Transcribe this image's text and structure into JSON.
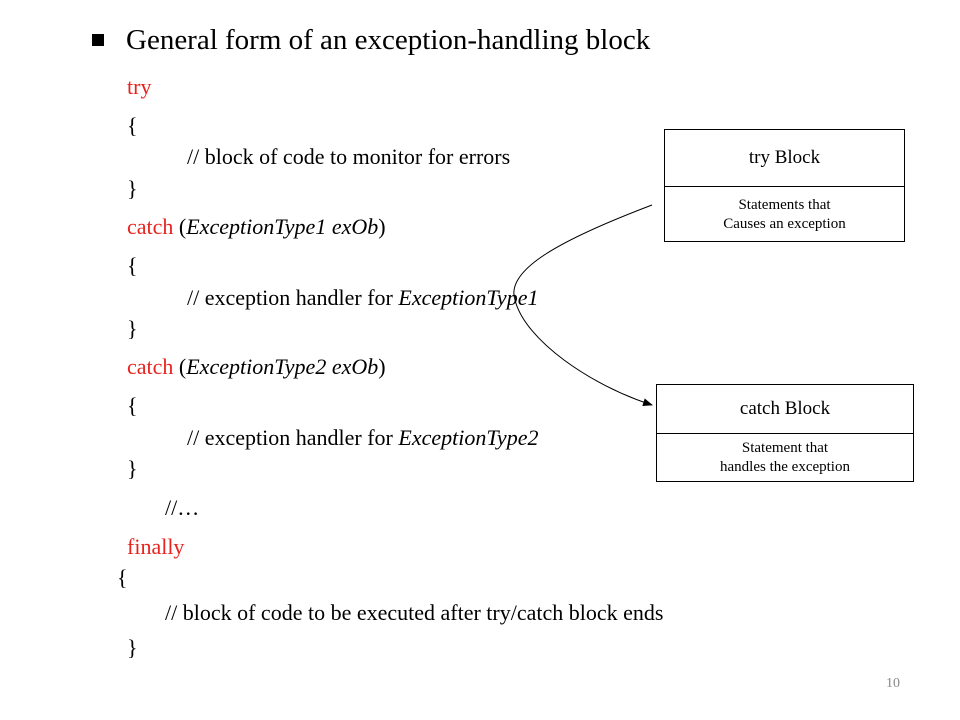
{
  "heading": "General form of an exception-handling block",
  "code": {
    "try_kw": "try",
    "brace_open_1": "{",
    "comment_1": "// block of code to monitor for errors",
    "brace_close_1": "}",
    "catch1_kw": "catch",
    "catch1_paren_open": " (",
    "catch1_type": "ExceptionType1 exOb",
    "catch1_paren_close": ")",
    "brace_open_2": "{",
    "comment_2_prefix": "// exception handler for ",
    "comment_2_type": "ExceptionType1",
    "brace_close_2": "}",
    "catch2_kw": "catch",
    "catch2_paren_open": " (",
    "catch2_type": "ExceptionType2 exOb",
    "catch2_paren_close": ")",
    "brace_open_3": "{",
    "comment_3_prefix": "// exception handler for ",
    "comment_3_type": "ExceptionType2",
    "brace_close_3": "}",
    "ellipsis": "//…",
    "finally_kw": "finally",
    "brace_open_4": "{",
    "comment_4": "// block of code to be executed after try/catch block ends",
    "brace_close_4": "}"
  },
  "diagram": {
    "try_box": {
      "title": "try  Block",
      "body_line1": "Statements that",
      "body_line2": "Causes an exception"
    },
    "catch_box": {
      "title": "catch Block",
      "body_line1": "Statement that",
      "body_line2": "handles the exception"
    }
  },
  "page_number": "10",
  "colors": {
    "keyword": "#e8231f",
    "text": "#000000"
  }
}
